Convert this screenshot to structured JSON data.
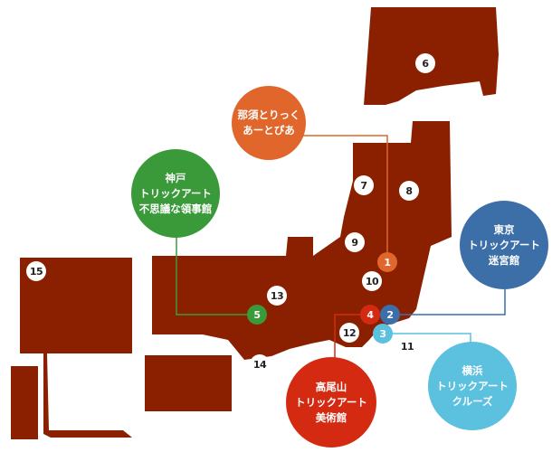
{
  "colors": {
    "land": "#8b2000",
    "nasu": "#e0662b",
    "tokyo": "#3c6fa8",
    "yokohama": "#5cc0df",
    "takao": "#d52a12",
    "kobe": "#3a9a3a"
  },
  "markers": [
    {
      "id": "1",
      "label": "1",
      "color": "#e0662b"
    },
    {
      "id": "2",
      "label": "2",
      "color": "#3c6fa8"
    },
    {
      "id": "3",
      "label": "3",
      "color": "#5cc0df"
    },
    {
      "id": "4",
      "label": "4",
      "color": "#d52a12"
    },
    {
      "id": "5",
      "label": "5",
      "color": "#3a9a3a"
    },
    {
      "id": "6",
      "label": "6"
    },
    {
      "id": "7",
      "label": "7"
    },
    {
      "id": "8",
      "label": "8"
    },
    {
      "id": "9",
      "label": "9"
    },
    {
      "id": "10",
      "label": "10"
    },
    {
      "id": "11",
      "label": "11"
    },
    {
      "id": "12",
      "label": "12"
    },
    {
      "id": "13",
      "label": "13"
    },
    {
      "id": "14",
      "label": "14"
    },
    {
      "id": "15",
      "label": "15"
    }
  ],
  "callouts": {
    "nasu": "那須とりっく\nあーとぴあ",
    "kobe": "神戸\nトリックアート\n不思議な領事館",
    "tokyo": "東京\nトリックアート\n迷宮館",
    "yokohama": "横浜\nトリックアート\nクルーズ",
    "takao": "高尾山\nトリックアート\n美術館"
  }
}
